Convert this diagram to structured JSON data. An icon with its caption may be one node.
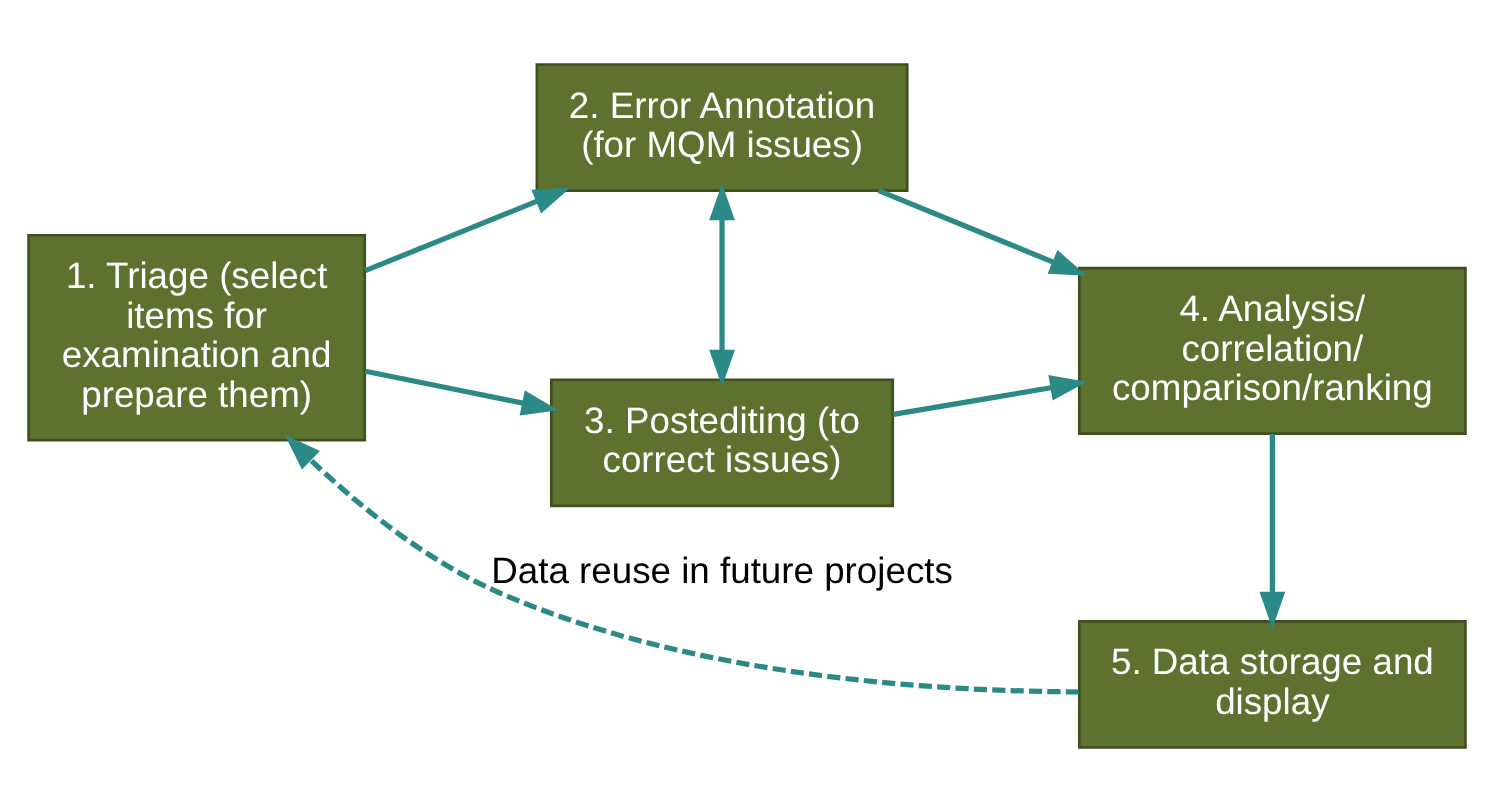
{
  "diagram": {
    "nodes": [
      {
        "text": [
          "1. Triage (select items for examination and prepare them)"
        ]
      },
      {
        "text": [
          "2. Error Annotation (for MQM issues)"
        ]
      },
      {
        "text": [
          "3. Postediting (to correct issues)"
        ]
      },
      {
        "text": [
          "4. Analysis/ correlation/ comparison/ranking"
        ]
      },
      {
        "text": [
          "5. Data storage and display"
        ]
      }
    ],
    "edges": [
      {
        "from": 0,
        "to": 1,
        "arrow": "to"
      },
      {
        "from": 0,
        "to": 2,
        "arrow": "to"
      },
      {
        "from": 1,
        "to": 2,
        "arrow": "both"
      },
      {
        "from": 1,
        "to": 3,
        "arrow": "to"
      },
      {
        "from": 2,
        "to": 3,
        "arrow": "to"
      },
      {
        "from": 3,
        "to": 4,
        "arrow": "to"
      },
      {
        "from": 4,
        "to": 0,
        "arrow": "to",
        "style": "dashed",
        "label": "Data reuse in future projects"
      }
    ]
  }
}
